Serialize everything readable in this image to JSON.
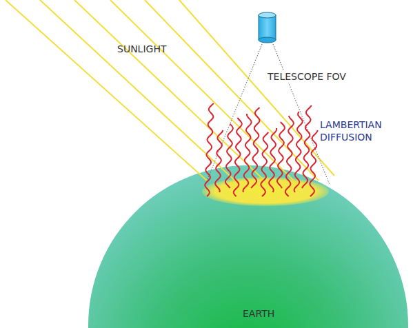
{
  "diagram": {
    "labels": [
      "SUNLIGHT",
      "TELESCOPE FOV",
      "LAMBERTIAN DIFFUSION",
      "EARTH"
    ]
  }
}
